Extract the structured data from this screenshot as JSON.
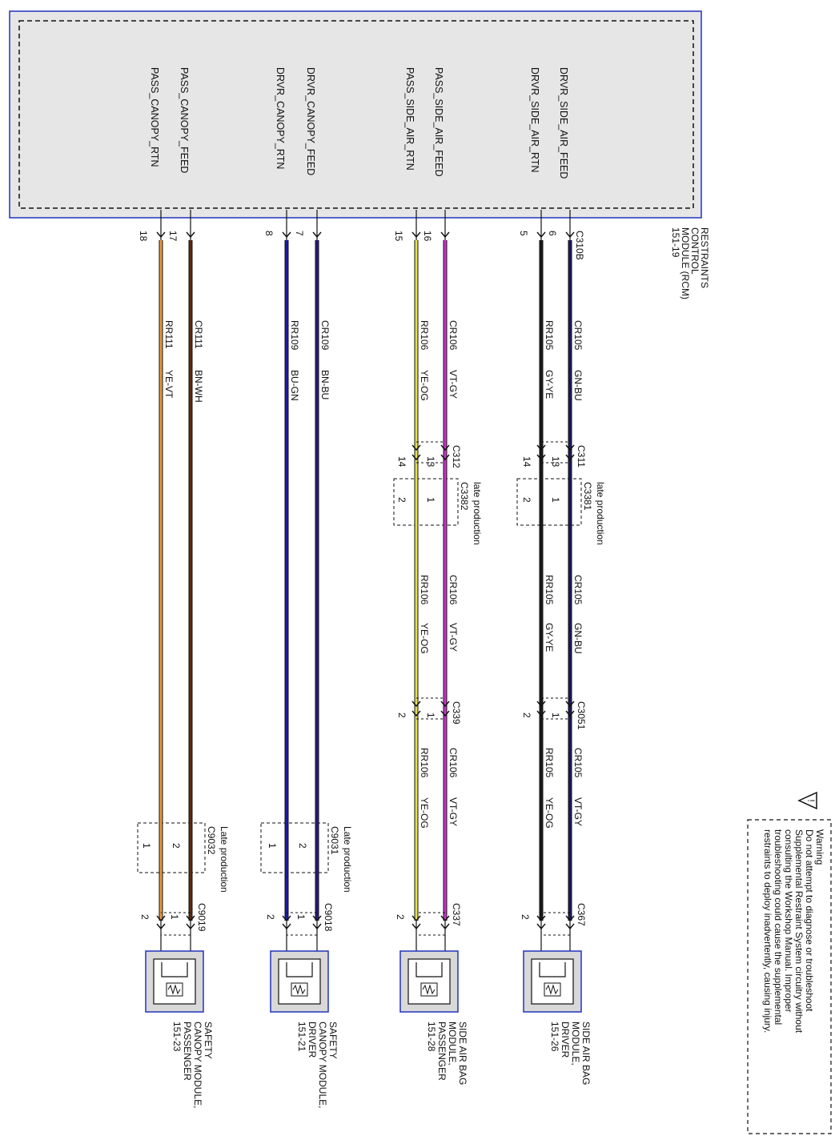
{
  "rcm": {
    "title_lines": [
      "RESTRAINTS",
      "CONTROL",
      "MODULE (RCM)",
      "151-19"
    ],
    "connector": "C310B",
    "signals": [
      "DRVR_SIDE_AIR_FEED",
      "DRVR_SIDE_AIR_RTN",
      "PASS_SIDE_AIR_FEED",
      "PASS_SIDE_AIR_RTN",
      "DRVR_CANOPY_FEED",
      "DRVR_CANOPY_RTN",
      "PASS_CANOPY_FEED",
      "PASS_CANOPY_RTN"
    ],
    "pins": [
      "6",
      "5",
      "16",
      "15",
      "7",
      "8",
      "17",
      "18"
    ]
  },
  "circuits": [
    {
      "seg1": {
        "circuit": "CR105",
        "color": "GN-BU"
      },
      "seg2": {
        "circuit": "CR105",
        "color": "GN-BU"
      },
      "seg3": {
        "circuit": "CR105",
        "color": "VT-GY"
      }
    },
    {
      "seg1": {
        "circuit": "RR105",
        "color": "GY-YE"
      },
      "seg2": {
        "circuit": "RR105",
        "color": "GY-YE"
      },
      "seg3": {
        "circuit": "RR105",
        "color": "YE-OG"
      }
    },
    {
      "seg1": {
        "circuit": "CR106",
        "color": "VT-GY"
      },
      "seg2": {
        "circuit": "CR106",
        "color": "VT-GY"
      },
      "seg3": {
        "circuit": "CR106",
        "color": "VT-GY"
      }
    },
    {
      "seg1": {
        "circuit": "RR106",
        "color": "YE-OG"
      },
      "seg2": {
        "circuit": "RR106",
        "color": "YE-OG"
      },
      "seg3": {
        "circuit": "RR106",
        "color": "YE-OG"
      }
    },
    {
      "seg1": {
        "circuit": "CR109",
        "color": "BN-BU"
      }
    },
    {
      "seg1": {
        "circuit": "RR109",
        "color": "BU-GN"
      }
    },
    {
      "seg1": {
        "circuit": "CR111",
        "color": "BN-WH"
      }
    },
    {
      "seg1": {
        "circuit": "RR111",
        "color": "YE-VT"
      }
    }
  ],
  "inline": {
    "c311": {
      "name": "C311",
      "pins": [
        "13",
        "14"
      ]
    },
    "c312": {
      "name": "C312",
      "pins": [
        "13",
        "14"
      ]
    },
    "c3381": {
      "name": "C3381",
      "note": "late production",
      "pins": [
        "1",
        "2"
      ]
    },
    "c3382": {
      "name": "C3382",
      "note": "late production",
      "pins": [
        "1",
        "2"
      ]
    },
    "c3051": {
      "name": "C3051",
      "pins": [
        "1",
        "2"
      ]
    },
    "c339": {
      "name": "C339",
      "pins": [
        "1",
        "2"
      ]
    },
    "c9031": {
      "name": "C9031",
      "note": "Late production",
      "pins": [
        "2",
        "1"
      ]
    },
    "c9032": {
      "name": "C9032",
      "note": "Late production",
      "pins": [
        "2",
        "1"
      ]
    }
  },
  "end_connectors": [
    {
      "name": "C367",
      "pins": [
        "2"
      ]
    },
    {
      "name": "C337",
      "pins": [
        "2"
      ]
    },
    {
      "name": "C9018",
      "pins": [
        "2",
        "1"
      ]
    },
    {
      "name": "C9019",
      "pins": [
        "2",
        "1"
      ]
    }
  ],
  "modules": [
    {
      "lines": [
        "SIDE AIR BAG",
        "MODULE,",
        "DRIVER",
        "151-26"
      ]
    },
    {
      "lines": [
        "SIDE AIR BAG",
        "MODULE,",
        "PASSENGER",
        "151-28"
      ]
    },
    {
      "lines": [
        "SAFETY",
        "CANOPY MODULE,",
        "DRIVER",
        "151-21"
      ]
    },
    {
      "lines": [
        "SAFETY",
        "CANOPY MODULE,",
        "PASSENGER",
        "151-23"
      ]
    }
  ],
  "warning": {
    "icon": "warning-triangle-icon",
    "lines": [
      "Warning",
      "Do not attempt to diagnose or troubleshoot",
      "Supplemental Restraint System circuitry without",
      "consulting the Workshop Manual. Improper",
      "troubleshooting could cause the supplemental",
      "restraints to deploy inadvertently, causing injury."
    ]
  },
  "colors": {
    "frame": "#2233bb",
    "module_fill": "#e6e6e6",
    "wires": [
      "#1a1a5a",
      "#1a1a1a",
      "#cc33cc",
      "#e8e050",
      "#2a1a7a",
      "#1a1aaa",
      "#5a2a10",
      "#e89a40"
    ]
  }
}
